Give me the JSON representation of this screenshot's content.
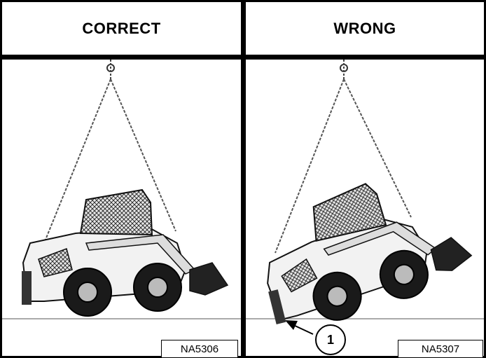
{
  "headers": {
    "correct": "CORRECT",
    "wrong": "WRONG"
  },
  "figure_codes": {
    "left": "NA5306",
    "right": "NA5307"
  },
  "callout": {
    "number": "1"
  },
  "illustration": {
    "subject": "skid-steer-loader-lifted-by-chain",
    "left_state": "level",
    "right_state": "tilted-rear-down"
  }
}
